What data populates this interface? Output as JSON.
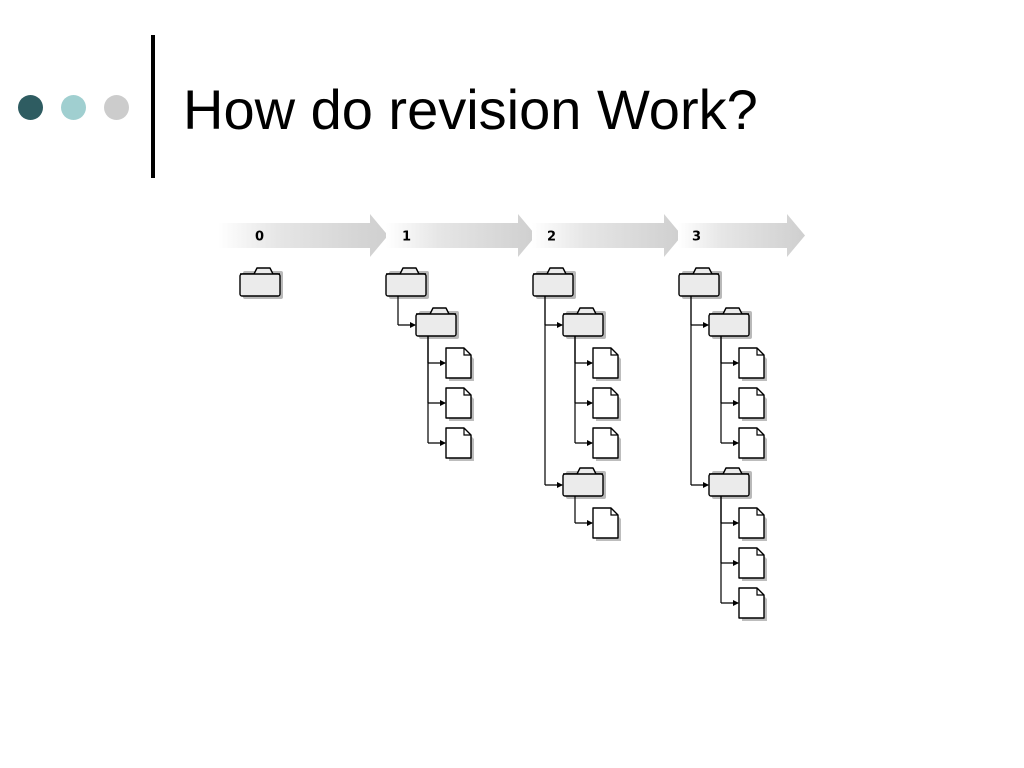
{
  "slide": {
    "title": "How do revision Work?",
    "bullet_colors": [
      "#2e5c61",
      "#a0cfd0",
      "#cccccc"
    ]
  },
  "diagram": {
    "revisions": [
      {
        "label": "0",
        "tree": {
          "type": "folder",
          "children": []
        }
      },
      {
        "label": "1",
        "tree": {
          "type": "folder",
          "children": [
            {
              "type": "folder",
              "children": [
                {
                  "type": "file"
                },
                {
                  "type": "file"
                },
                {
                  "type": "file"
                }
              ]
            }
          ]
        }
      },
      {
        "label": "2",
        "tree": {
          "type": "folder",
          "children": [
            {
              "type": "folder",
              "children": [
                {
                  "type": "file"
                },
                {
                  "type": "file"
                },
                {
                  "type": "file"
                }
              ]
            },
            {
              "type": "folder",
              "children": [
                {
                  "type": "file"
                }
              ]
            }
          ]
        }
      },
      {
        "label": "3",
        "tree": {
          "type": "folder",
          "children": [
            {
              "type": "folder",
              "children": [
                {
                  "type": "file"
                },
                {
                  "type": "file"
                },
                {
                  "type": "file"
                }
              ]
            },
            {
              "type": "folder",
              "children": [
                {
                  "type": "file"
                },
                {
                  "type": "file"
                },
                {
                  "type": "file"
                }
              ]
            }
          ]
        }
      }
    ]
  }
}
